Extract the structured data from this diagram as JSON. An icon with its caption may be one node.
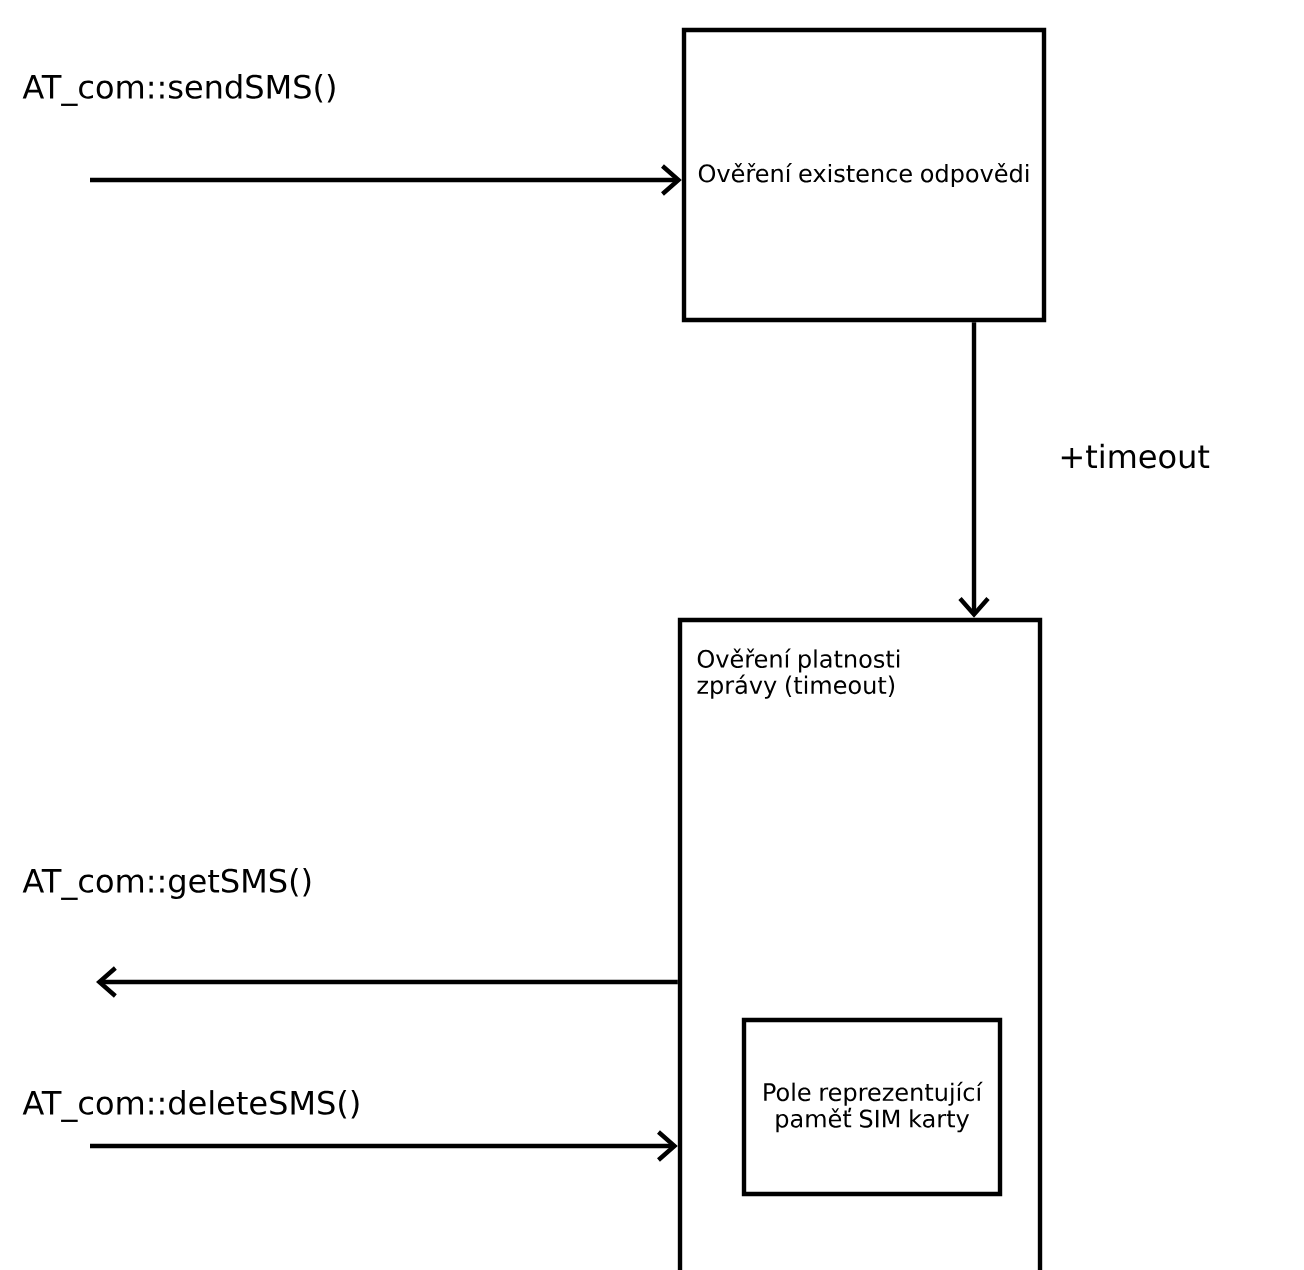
{
  "diagram": {
    "nodes": [
      {
        "text": [
          "Ověření existence odpovědi"
        ]
      },
      {
        "text": [
          "Ověření platnosti zprávy (timeout)"
        ]
      },
      {
        "text": [
          "Pole reprezentující paměť SIM karty"
        ],
        "in": 1
      }
    ],
    "edges": [
      {
        "from": null,
        "to": 0,
        "arrow": "to",
        "label": "AT_com::sendSMS()"
      },
      {
        "from": 0,
        "to": 1,
        "arrow": "to",
        "label": "+timeout"
      },
      {
        "from": 1,
        "to": null,
        "arrow": "to",
        "label": "AT_com::getSMS()"
      },
      {
        "from": null,
        "to": 1,
        "arrow": "to",
        "label": "AT_com::deleteSMS()"
      }
    ]
  }
}
